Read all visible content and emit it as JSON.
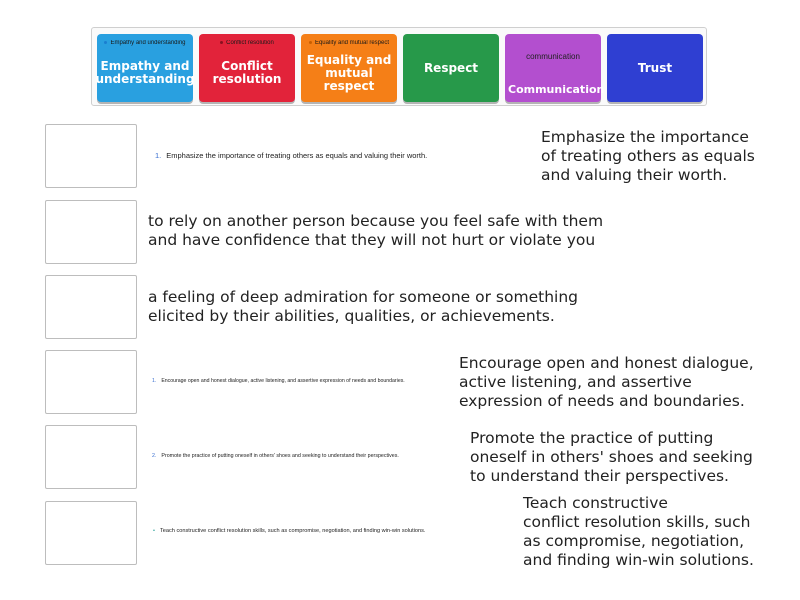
{
  "tiles": [
    {
      "small": "Empathy and understanding",
      "label": "Empathy and understanding",
      "color": "#29a0e0",
      "dot": "#1a7fd0"
    },
    {
      "small": "Conflict resolution",
      "label": "Conflict resolution",
      "color": "#e2233a",
      "dot": "#8b0f1f"
    },
    {
      "small": "Equality and mutual respect",
      "label": "Equality and mutual respect",
      "color": "#f57f17",
      "dot": "#c95f00"
    },
    {
      "small": "",
      "label": "Respect",
      "color": "#27994a",
      "dot": ""
    },
    {
      "small": "communication",
      "label": "Communication",
      "color": "#b34fcf",
      "dot": ""
    },
    {
      "small": "",
      "label": "Trust",
      "color": "#2f3fd2",
      "dot": ""
    }
  ],
  "definitions": [
    {
      "small_num": "1.",
      "small_text": "Emphasize the importance of treating others as equals and valuing their worth.",
      "large_lines": [
        "Emphasize the importance",
        "of treating others as equals",
        "and valuing their worth."
      ]
    },
    {
      "small_num": "",
      "small_text": "",
      "large_lines": [
        "to rely on another person because you feel safe with them",
        "and have confidence that they will not hurt or violate you"
      ]
    },
    {
      "small_num": "",
      "small_text": "",
      "large_lines": [
        "a feeling of deep admiration for someone or something",
        "elicited by their abilities, qualities, or achievements."
      ]
    },
    {
      "small_num": "1.",
      "small_text": "Encourage open and honest dialogue, active listening, and assertive expression of needs and boundaries.",
      "large_lines": [
        "Encourage open and honest dialogue,",
        "active listening, and assertive",
        "expression of needs and boundaries."
      ]
    },
    {
      "small_num": "2.",
      "small_text": "Promote the practice of putting oneself in others' shoes and seeking to understand their perspectives.",
      "large_lines": [
        "Promote the practice of putting",
        "oneself in others' shoes and seeking",
        "to understand their perspectives."
      ]
    },
    {
      "small_num": "•",
      "small_text": "Teach constructive conflict resolution skills, such as compromise, negotiation, and finding win-win solutions.",
      "large_lines": [
        "Teach constructive",
        "conflict resolution skills, such",
        "as compromise, negotiation,",
        "and finding win-win solutions."
      ]
    }
  ]
}
